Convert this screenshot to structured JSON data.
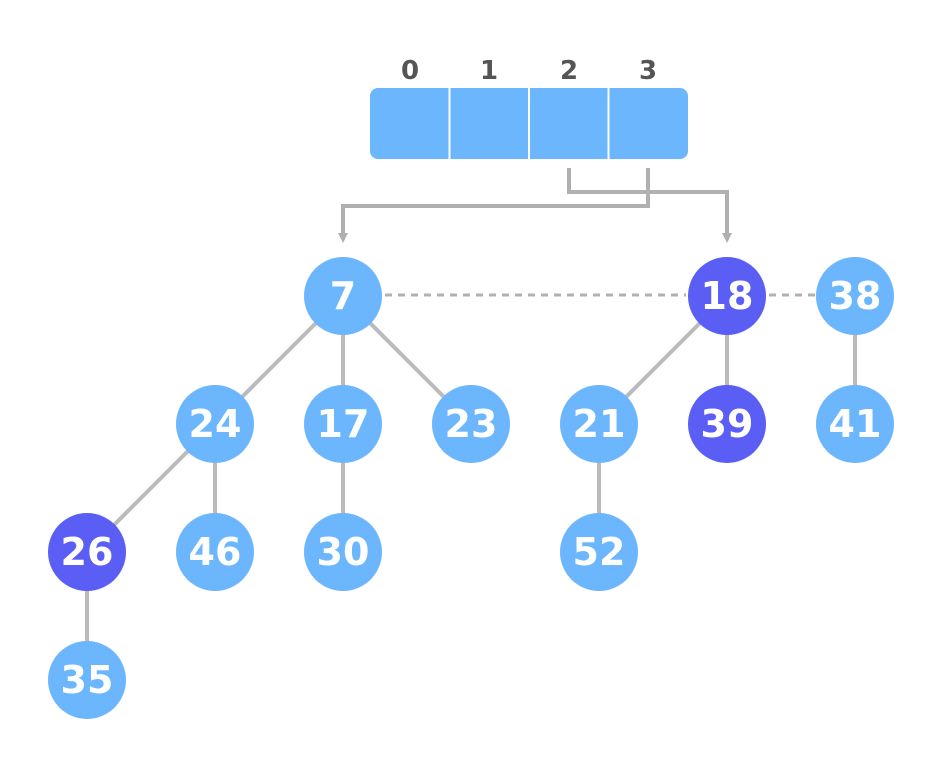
{
  "colors": {
    "node": "#6bb6fc",
    "marked": "#5b5ef5",
    "array": "#6bb6fc",
    "edge": "#bbbbbb",
    "pointer": "#b0b0b0",
    "index_text": "#555555"
  },
  "array": {
    "indices": [
      "0",
      "1",
      "2",
      "3"
    ]
  },
  "nodes": [
    {
      "key": "7",
      "marked": false
    },
    {
      "key": "24",
      "marked": false
    },
    {
      "key": "17",
      "marked": false
    },
    {
      "key": "23",
      "marked": false
    },
    {
      "key": "26",
      "marked": true
    },
    {
      "key": "46",
      "marked": false
    },
    {
      "key": "30",
      "marked": false
    },
    {
      "key": "35",
      "marked": false
    },
    {
      "key": "18",
      "marked": true
    },
    {
      "key": "21",
      "marked": false
    },
    {
      "key": "39",
      "marked": true
    },
    {
      "key": "52",
      "marked": false
    },
    {
      "key": "38",
      "marked": false
    },
    {
      "key": "41",
      "marked": false
    }
  ],
  "edges": [
    [
      "7",
      "24"
    ],
    [
      "7",
      "17"
    ],
    [
      "7",
      "23"
    ],
    [
      "24",
      "26"
    ],
    [
      "24",
      "46"
    ],
    [
      "17",
      "30"
    ],
    [
      "26",
      "35"
    ],
    [
      "18",
      "21"
    ],
    [
      "18",
      "39"
    ],
    [
      "21",
      "52"
    ],
    [
      "38",
      "41"
    ]
  ],
  "root_list": [
    "7",
    "18",
    "38"
  ],
  "pointers": [
    {
      "from_index": "3",
      "to": "7"
    },
    {
      "from_index": "2",
      "to": "18"
    }
  ]
}
